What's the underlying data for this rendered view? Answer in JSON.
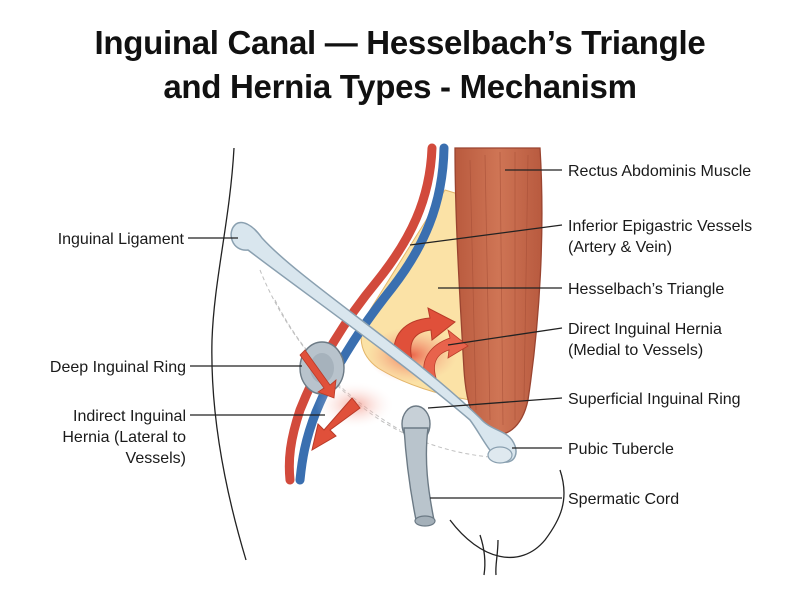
{
  "title": {
    "line1": "Inguinal Canal — Hesselbach’s Triangle",
    "line2": "and Hernia Types - Mechanism"
  },
  "labels": {
    "inguinal_ligament": "Inguinal Ligament",
    "deep_inguinal_ring": "Deep Inguinal Ring",
    "indirect_hernia_line1": "Indirect Inguinal",
    "indirect_hernia_line2": "Hernia (Lateral to",
    "indirect_hernia_line3": "Vessels)",
    "rectus_abdominis": "Rectus Abdominis Muscle",
    "inferior_epigastric_line1": "Inferior Epigastric Vessels",
    "inferior_epigastric_line2": "(Artery & Vein)",
    "hesselbach_triangle": "Hesselbach’s Triangle",
    "direct_hernia_line1": "Direct Inguinal Hernia",
    "direct_hernia_line2": "(Medial to Vessels)",
    "superficial_ring": "Superficial Inguinal Ring",
    "pubic_tubercle": "Pubic Tubercle",
    "spermatic_cord": "Spermatic Cord"
  },
  "colors": {
    "muscle": "#c8684a",
    "triangle": "#fbe2a6",
    "artery": "#d24a3c",
    "vein": "#3a6fb0",
    "ligament": "#d9e6ee",
    "hernia_arrow": "#e0503a",
    "cord": "#b9c4cc"
  }
}
